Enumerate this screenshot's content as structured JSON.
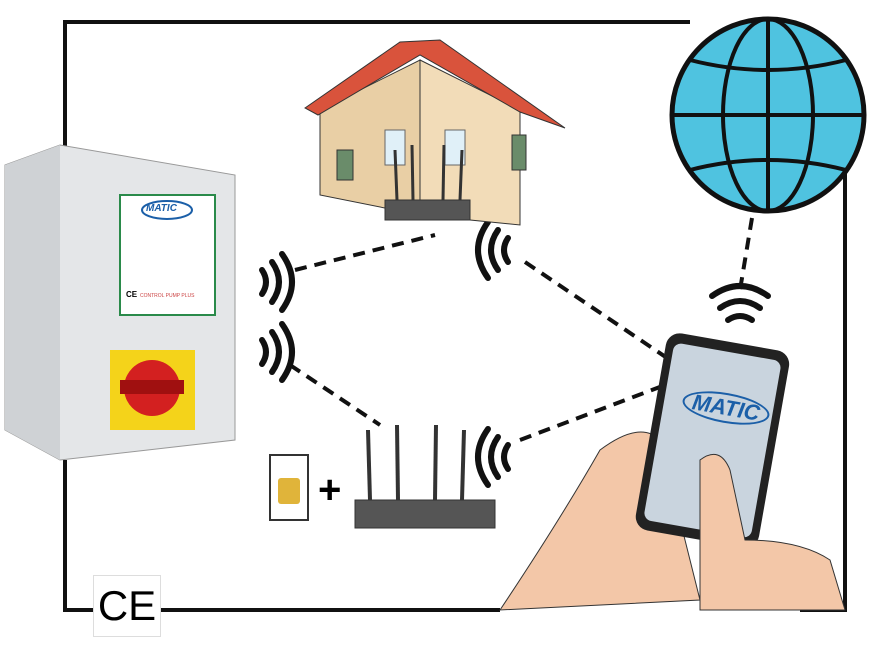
{
  "control_box": {
    "brand": "MATIC",
    "product": "CONTROL PUMP",
    "variant": "PLUS",
    "mark": "CE"
  },
  "phone": {
    "app_brand": "MATIC"
  },
  "sim_plus": "+",
  "ce_mark": "CE",
  "colors": {
    "globe": "#4fc3e0",
    "roof": "#d9533c",
    "wall": "#f2dcb8",
    "switch_red": "#d32020",
    "switch_yellow": "#f4d31a",
    "brand_blue": "#1b5fa8"
  }
}
